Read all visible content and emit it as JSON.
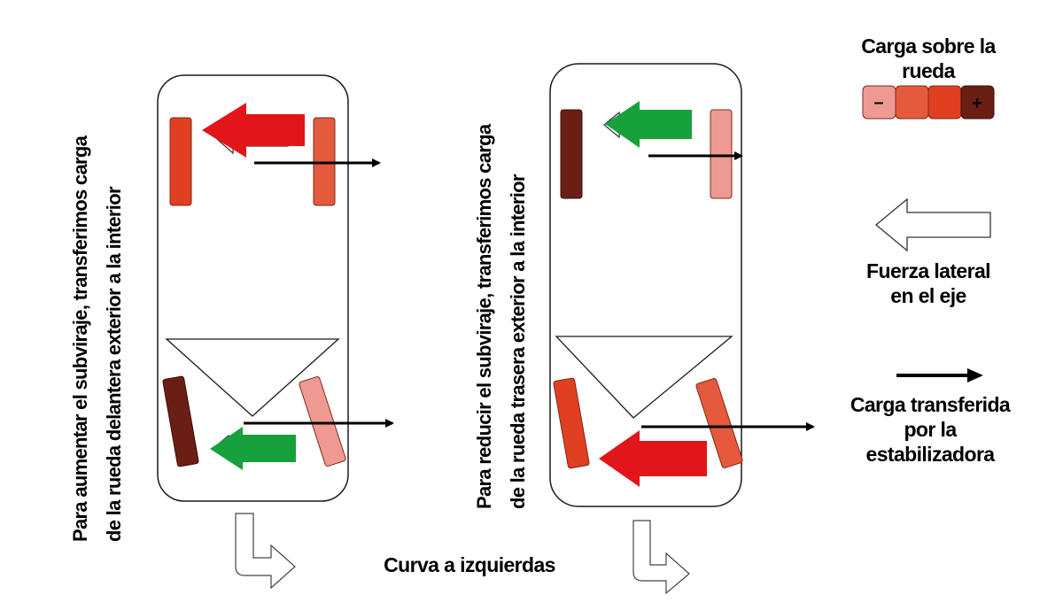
{
  "left_panel": {
    "caption_line1": "Para aumentar el subviraje, transferimos carga",
    "caption_line2": "de la rueda delantera exterior a la interior"
  },
  "right_panel": {
    "caption_line1": "Para reducir el subviraje, transferimos carga",
    "caption_line2": "de la rueda trasera exterior a la interior"
  },
  "bottom_caption": "Curva a izquierdas",
  "legend": {
    "load_title_line1": "Carga sobre la",
    "load_title_line2": "rueda",
    "load_minus": "–",
    "load_plus": "+",
    "lateral_force_line1": "Fuerza lateral",
    "lateral_force_line2": "en el eje",
    "transfer_line1": "Carga transferida",
    "transfer_line2": "por la",
    "transfer_line3": "estabilizadora"
  },
  "colors": {
    "load_lowest": "#ee9a92",
    "load_low": "#e55a3c",
    "load_high": "#e03f22",
    "load_highest": "#6b1e14",
    "arrow_red": "#e2151b",
    "arrow_green": "#16a13d",
    "outline": "#1a1a1a"
  }
}
